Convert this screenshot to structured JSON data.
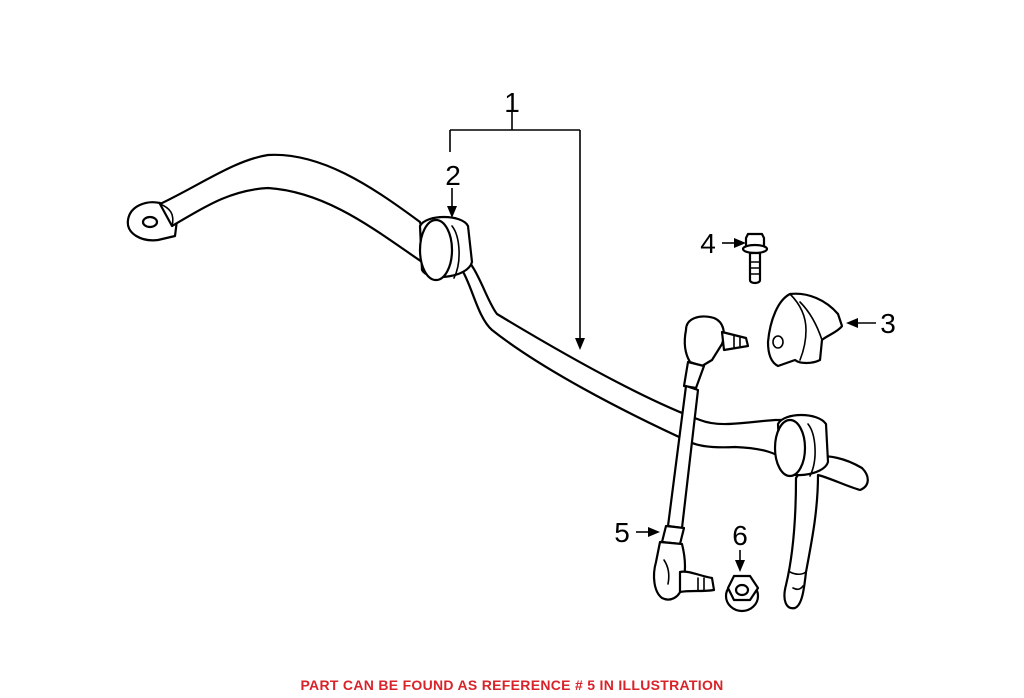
{
  "callouts": {
    "c1": "1",
    "c2": "2",
    "c3": "3",
    "c4": "4",
    "c5": "5",
    "c6": "6"
  },
  "footer": {
    "note": "PART CAN BE FOUND AS REFERENCE # 5 IN ILLUSTRATION",
    "color": "#d9232a"
  }
}
